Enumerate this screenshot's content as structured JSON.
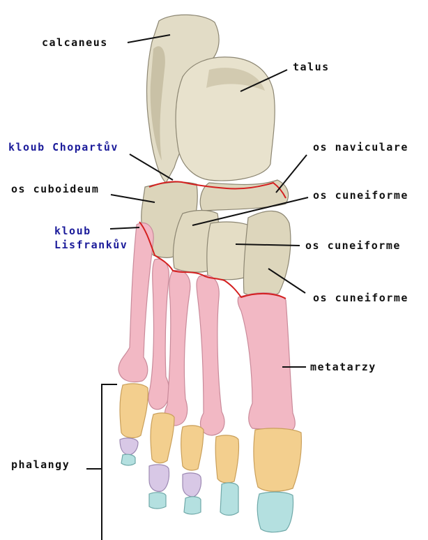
{
  "labels": {
    "calcaneus": "calcaneus",
    "talus": "talus",
    "chopart": "kloub Chopartův",
    "naviculare": "os naviculare",
    "cuboideum": "os cuboideum",
    "cuneiforme_1": "os cuneiforme",
    "lisfranc_line1": "kloub",
    "lisfranc_line2": "Lisfrankův",
    "cuneiforme_2": "os cuneiforme",
    "cuneiforme_3": "os cuneiforme",
    "metatarzy": "metatarzy",
    "phalangy": "phalangy"
  },
  "colors": {
    "bone_tarsal": "#e2dcc6",
    "bone_tarsal_shade": "#b9b198",
    "metatarsal": "#f2b8c4",
    "metatarsal_shade": "#d98fa0",
    "proximal_phalanx": "#f3cf8e",
    "middle_phalanx": "#d8c8e6",
    "distal_phalanx": "#b4e0e0",
    "joint_line": "#d42020",
    "joint_label": "#1b1b9a",
    "text": "#111111"
  }
}
